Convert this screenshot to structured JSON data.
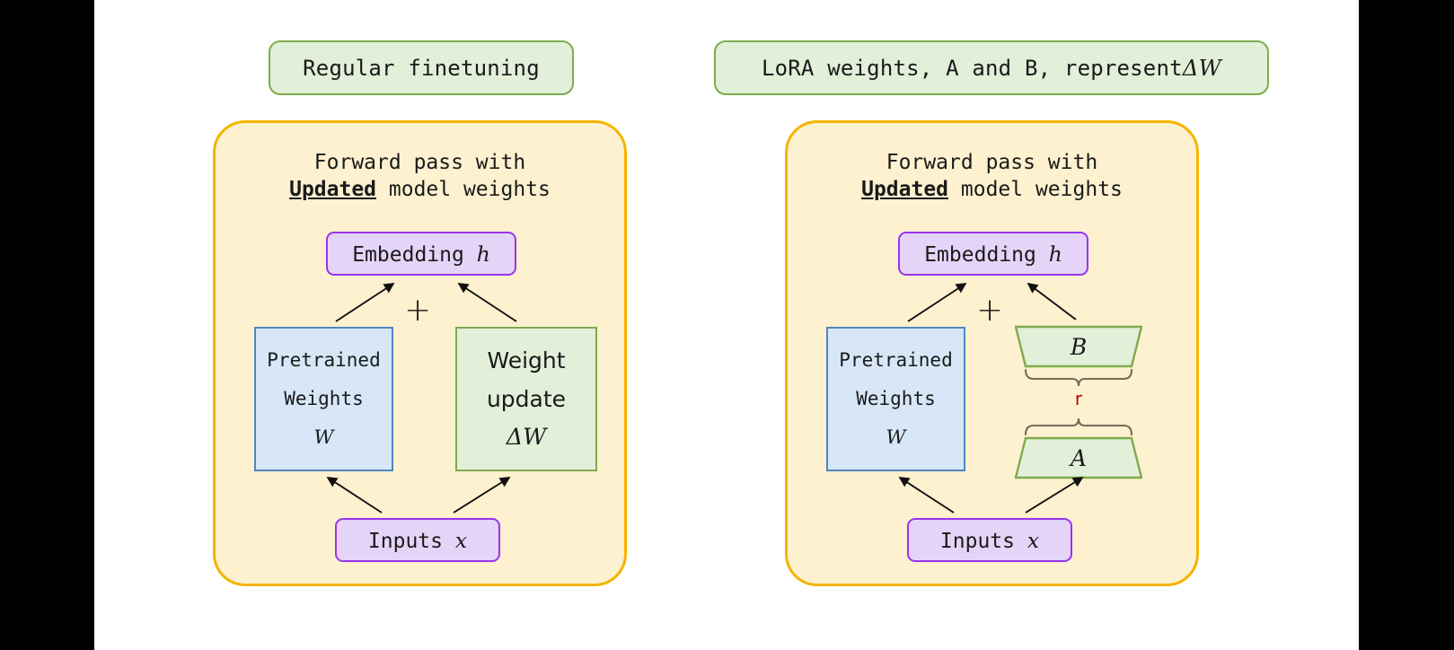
{
  "figure": {
    "background": "#ffffff",
    "letterbox_color": "#000000",
    "panel_fill": "#fdf1cf",
    "panel_border": "#f5b400",
    "pill_fill": "#e5d4f7",
    "pill_border": "#9a33ee",
    "blue_fill": "#d7e7f7",
    "blue_border": "#4f86c0",
    "green_fill": "#e2efd9",
    "green_border": "#7fab4f",
    "rank_color": "#c00000"
  },
  "left": {
    "title": "Regular finetuning",
    "panel_head_line1": "Forward pass with",
    "panel_head_emph": "Updated",
    "panel_head_line2_rest": " model weights",
    "embedding_label": "Embedding ",
    "embedding_symbol": "h",
    "pretrained_line1": "Pretrained",
    "pretrained_line2": "Weights",
    "pretrained_symbol": "W",
    "update_line1": "Weight",
    "update_line2": "update",
    "update_symbol": "ΔW",
    "plus": "+",
    "inputs_label": "Inputs ",
    "inputs_symbol": "x"
  },
  "right": {
    "title": "LoRA weights, A and B, represent ΔW",
    "title_plain": "LoRA weights, A and B, represent ",
    "title_symbol": "ΔW",
    "panel_head_line1": "Forward pass with",
    "panel_head_emph": "Updated",
    "panel_head_line2_rest": " model weights",
    "embedding_label": "Embedding ",
    "embedding_symbol": "h",
    "pretrained_line1": "Pretrained",
    "pretrained_line2": "Weights",
    "pretrained_symbol": "W",
    "plus": "+",
    "lora_b_symbol": "B",
    "lora_a_symbol": "A",
    "rank_label": "r",
    "inputs_label": "Inputs ",
    "inputs_symbol": "x"
  }
}
